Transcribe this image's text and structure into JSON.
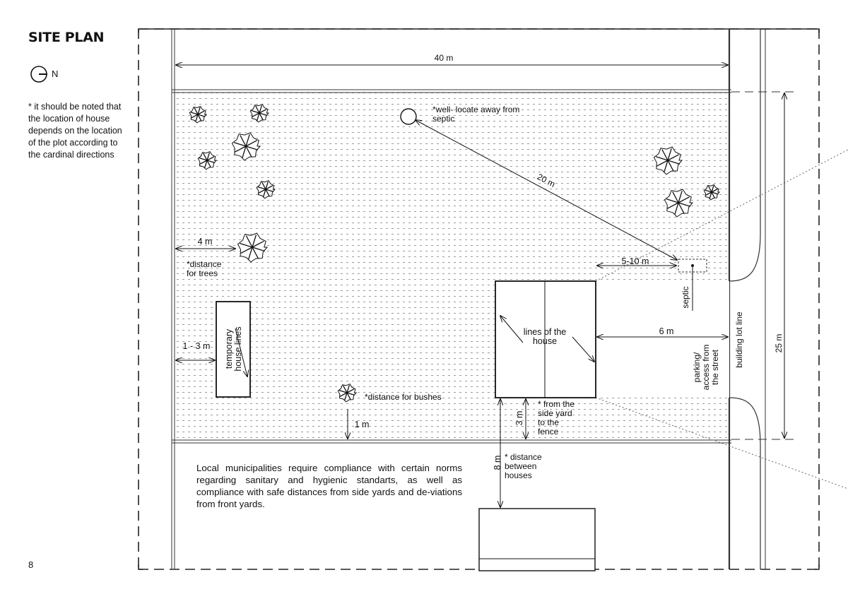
{
  "title": "SITE PLAN",
  "north": {
    "icon": "north-arrow-icon",
    "label": "N"
  },
  "note": "* it should be noted that the location of house depends on the location of the plot according to the cardinal directions",
  "page_number": "8",
  "regulation_text": "Local municipalities require compliance with certain norms regarding sanitary and hygienic standarts, as well as compliance with safe distances from side yards and de-viations from front yards.",
  "dimensions": {
    "width": "40 m",
    "depth": "25 m",
    "well_to_septic": "20 m",
    "trees_setback": "4 m",
    "temp_house_setback": "1 - 3 m",
    "bushes_setback": "1 m",
    "septic_offset": "5-10 m",
    "front_setback": "6 m",
    "side_yard": "3 m",
    "between_houses": "8 m"
  },
  "labels": {
    "well_l1": "*well- locate away from",
    "well_l2": "septic",
    "trees_l1": "*distance",
    "trees_l2": "for trees",
    "temp_l1": "temporary",
    "temp_l2": "house lines",
    "bushes": "*distance for bushes",
    "house_l1": "lines of the",
    "house_l2": "house",
    "septic": "septic",
    "parking_l1": "parking/",
    "parking_l2": "access from",
    "parking_l3": "the street",
    "building_lot_line": "building lot line",
    "side_l1": "* from the",
    "side_l2": "side yard",
    "side_l3": "to the",
    "side_l4": "fence",
    "between_l1": "* distance",
    "between_l2": "between",
    "between_l3": "houses"
  }
}
